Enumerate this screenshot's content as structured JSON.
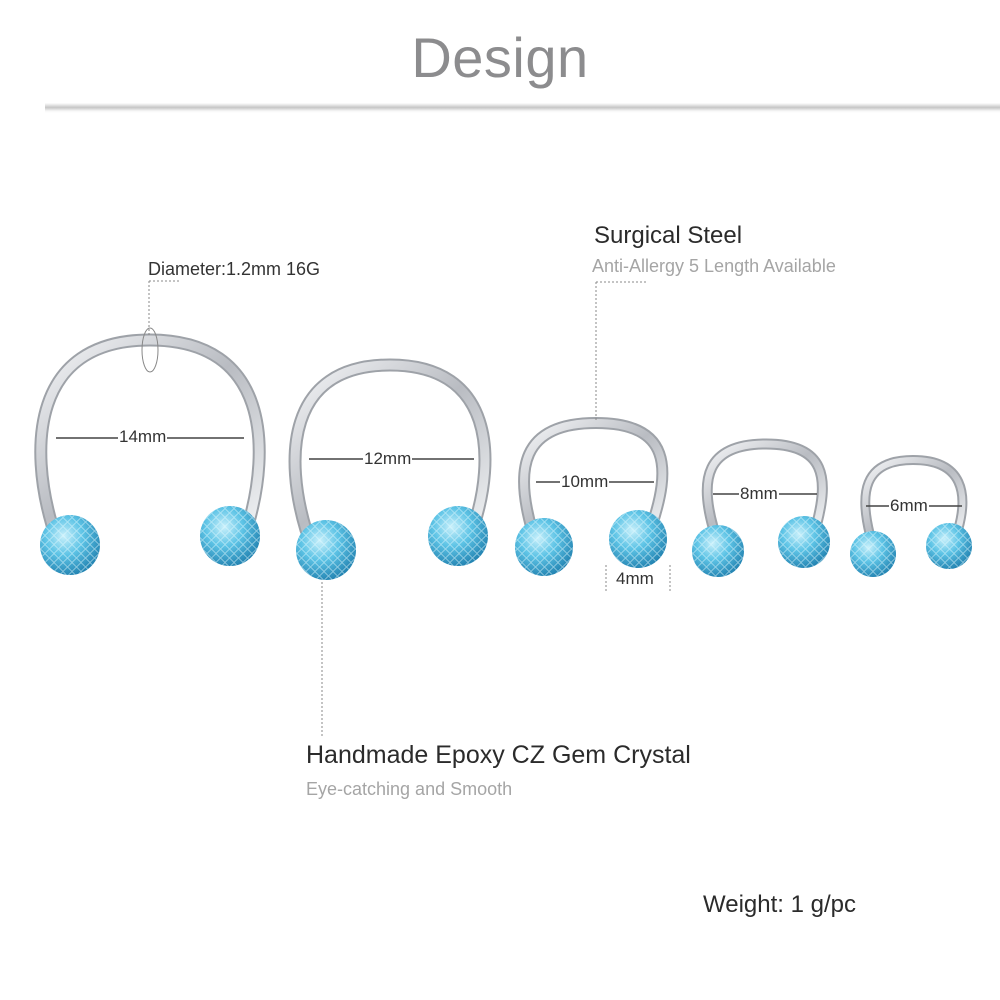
{
  "heading": "Design",
  "diameter_label": "Diameter:1.2mm 16G",
  "steel": {
    "title": "Surgical Steel",
    "subtitle": "Anti-Allergy 5 Length Available"
  },
  "crystal": {
    "title": "Handmade Epoxy CZ Gem Crystal",
    "subtitle": "Eye-catching and Smooth"
  },
  "weight": "Weight: 1 g/pc",
  "rings": [
    {
      "size_label": "14mm"
    },
    {
      "size_label": "12mm"
    },
    {
      "size_label": "10mm"
    },
    {
      "size_label": "8mm"
    },
    {
      "size_label": "6mm"
    }
  ],
  "ball_size_label": "4mm",
  "colors": {
    "heading": "#8c8c8e",
    "gem": "#5ec4e6",
    "steel": "#c8cbd0"
  }
}
